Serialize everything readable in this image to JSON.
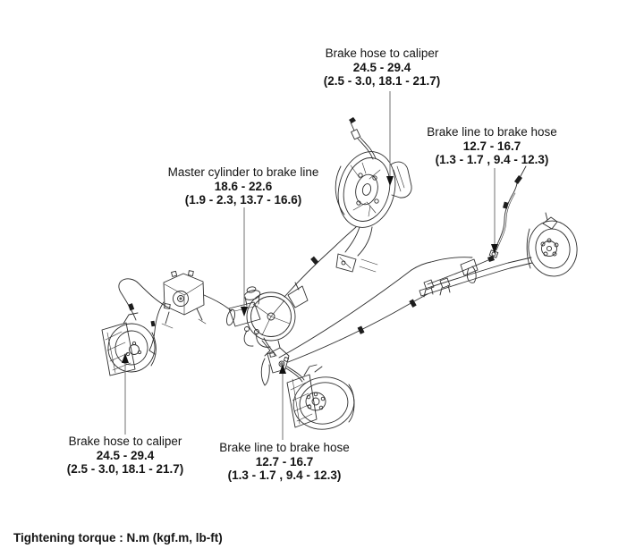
{
  "diagram": {
    "footer": "Tightening torque : N.m (kgf.m, lb-ft)",
    "labels": [
      {
        "id": "front-right",
        "title": "Brake hose to caliper",
        "torque": "24.5 - 29.4",
        "alt": "(2.5 - 3.0, 18.1 - 21.7)"
      },
      {
        "id": "rear-right",
        "title": "Brake line to brake hose",
        "torque": "12.7 - 16.7",
        "alt": "(1.3 - 1.7 , 9.4 - 12.3)"
      },
      {
        "id": "master",
        "title": "Master cylinder to brake line",
        "torque": "18.6 - 22.6",
        "alt": "(1.9 - 2.3, 13.7 - 16.6)"
      },
      {
        "id": "front-left",
        "title": "Brake hose to caliper",
        "torque": "24.5 - 29.4",
        "alt": "(2.5 - 3.0, 18.1 - 21.7)"
      },
      {
        "id": "rear-left",
        "title": "Brake line to brake hose",
        "torque": "12.7 - 16.7",
        "alt": "(1.3 - 1.7 , 9.4 - 12.3)"
      }
    ],
    "components": {
      "front_right_wheel": "front right brake disc and caliper",
      "rear_right_wheel": "rear right brake drum and axle",
      "master_cylinder": "master cylinder with booster",
      "abs_unit": "ABS hydraulic unit",
      "front_left_wheel": "front left brake caliper",
      "rear_left_wheel": "rear left brake disc and caliper"
    },
    "colors": {
      "background": "#ffffff",
      "line": "#2e2e2e",
      "leader": "#7d7d7d",
      "text": "#141414"
    }
  }
}
